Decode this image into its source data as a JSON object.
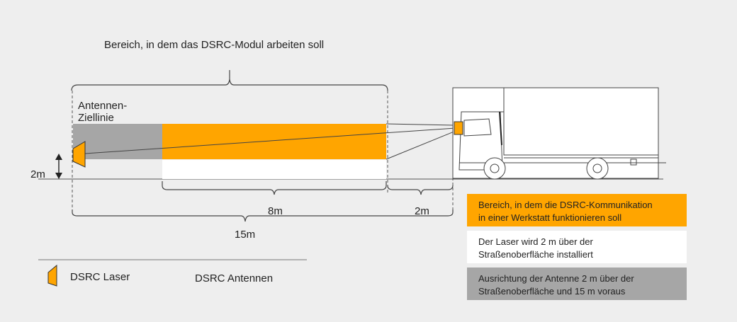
{
  "title": "Bereich, in dem das DSRC-Modul arbeiten soll",
  "antenna_label_line1": "Antennen-",
  "antenna_label_line2": "Ziellinie",
  "height_label": "2m",
  "dim_8m": "8m",
  "dim_2m": "2m",
  "dim_15m": "15m",
  "legend_left": {
    "laser_label": "DSRC Laser",
    "antenna_label": "DSRC Antennen"
  },
  "legend_right": [
    {
      "line1": "Bereich, in dem die DSRC-Kommunikation",
      "line2": "in einer Werkstatt funktionieren soll",
      "color": "#ffa500"
    },
    {
      "line1": "Der Laser wird 2 m über der",
      "line2": "Straßenoberfläche installiert",
      "color": "#ffffff"
    },
    {
      "line1": "Ausrichtung der Antenne 2 m über der",
      "line2": "Straßenoberfläche und 15 m voraus",
      "color": "#a6a6a6"
    }
  ],
  "colors": {
    "orange": "#ffa500",
    "gray": "#a6a6a6",
    "white": "#ffffff",
    "line": "#333333"
  }
}
